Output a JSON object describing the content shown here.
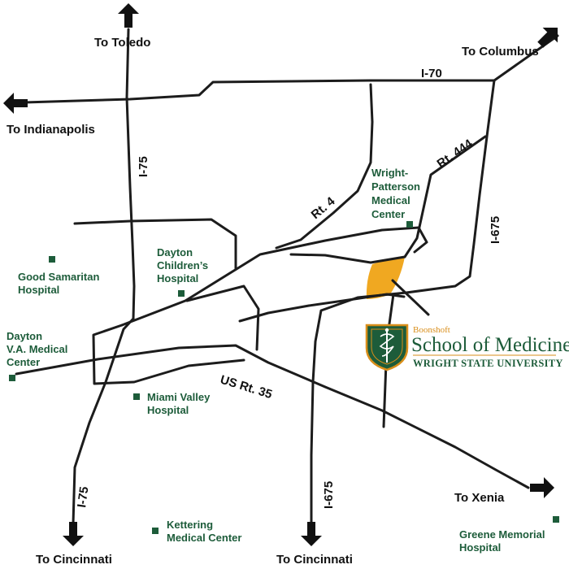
{
  "colors": {
    "road": "#1c1c1c",
    "text": "#111111",
    "place_green": "#1d5c3a",
    "campus_gold": "#f0a821",
    "logo_gold": "#d98e1a",
    "logo_green": "#1d5c3a"
  },
  "destinations": {
    "toledo": "To Toledo",
    "columbus": "To Columbus",
    "indianapolis": "To Indianapolis",
    "xenia": "To Xenia",
    "cincinnati_west": "To Cincinnati",
    "cincinnati_east": "To Cincinnati"
  },
  "highways": {
    "i70": "I-70",
    "i75_north": "I-75",
    "i75_south": "I-75",
    "rt4": "Rt. 4",
    "rt444": "Rt. 444",
    "i675_east": "I-675",
    "i675_south": "I-675",
    "us35": "US Rt. 35"
  },
  "places": {
    "wright_patterson": [
      "Wright-",
      "Patterson",
      "Medical",
      "Center"
    ],
    "good_samaritan": [
      "Good Samaritan",
      "Hospital"
    ],
    "dayton_childrens": [
      "Dayton",
      "Children’s",
      "Hospital"
    ],
    "dayton_va": [
      "Dayton",
      "V.A. Medical",
      "Center"
    ],
    "miami_valley": [
      "Miami Valley",
      "Hospital"
    ],
    "kettering": [
      "Kettering",
      "Medical Center"
    ],
    "greene_memorial": [
      "Greene Memorial",
      "Hospital"
    ]
  },
  "logo": {
    "small": "Boonshoft",
    "big": "School of Medicine",
    "university": "WRIGHT STATE UNIVERSITY",
    "emblem": "caduceus-shield-icon"
  },
  "icons": {
    "arrow": "arrow-icon",
    "marker": "hospital-marker-icon"
  }
}
